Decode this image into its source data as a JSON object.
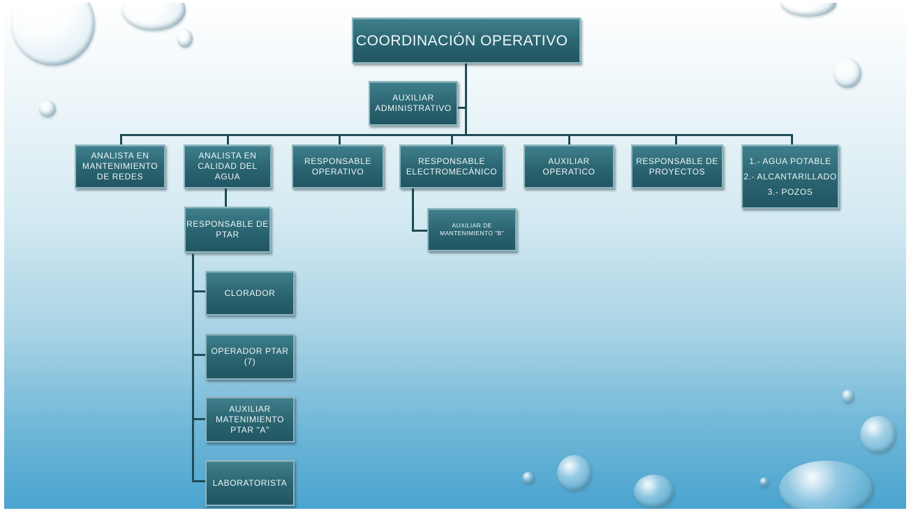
{
  "nodes": {
    "root": "COORDINACIÓN OPERATIVO",
    "assistant": "AUXILIAR\nADMINISTRATIVO",
    "analyst_networks": "ANALISTA EN\nMANTENIMIENTO\nDE REDES",
    "analyst_water": "ANALISTA EN\nCALIDAD DEL\nAGUA",
    "operational": "RESPONSABLE\nOPERATIVO",
    "electromechanical": "RESPONSABLE\nELECTROMECÁNICO",
    "operatic_aux": "AUXILIAR\nOPERATICO",
    "projects": "RESPONSABLE DE\nPROYECTOS",
    "services": "1.- AGUA POTABLE\n2.- ALCANTARILLADO\n3.- POZOS",
    "maintenance_b": "AUXILIAR DE\nMANTENIMIENTO \"B\"",
    "ptar": "RESPONSABLE DE\nPTAR",
    "chlorinator": "CLORADOR",
    "ptar_operator": "OPERADOR PTAR\n(7)",
    "ptar_maintenance_a": "AUXILIAR\nMATENIMIENTO\nPTAR \"A\"",
    "lab": "LABORATORISTA"
  },
  "colors": {
    "box_fill": "#2a6470",
    "box_border": "#8fb7bf",
    "connector": "#1e4c57",
    "text": "#eef6f7"
  }
}
